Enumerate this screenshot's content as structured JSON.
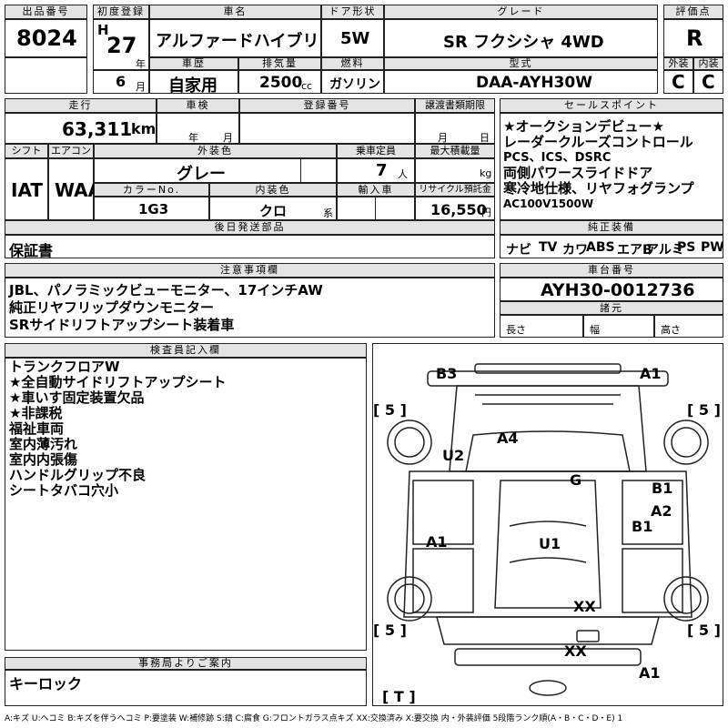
{
  "headers": {
    "lot_no": "出品番号",
    "first_reg": "初度登録",
    "car_name": "車名",
    "door_type": "ドア形状",
    "grade": "グレード",
    "score": "評価点",
    "history": "車歴",
    "displacement": "排気量",
    "fuel": "燃料",
    "model": "型式",
    "exterior": "外装",
    "interior": "内装",
    "mileage": "走行",
    "inspection": "車検",
    "reg_no": "登録番号",
    "transfer_deadline": "譲渡書類期限",
    "sales_point": "セールスポイント",
    "shift": "シフト",
    "aircon": "エアコン",
    "ext_color": "外装色",
    "capacity": "乗車定員",
    "max_load": "最大積載量",
    "color_no": "カラーNo.",
    "int_color": "内装色",
    "import": "輸入車",
    "recycle": "リサイクル預託金",
    "delivery_parts": "後日発送部品",
    "genuine_equip": "純正装備",
    "notes": "注意事項欄",
    "chassis_no": "車台番号",
    "specs": "諸元",
    "inspector": "検査員記入欄",
    "office": "事務局よりご案内"
  },
  "values": {
    "lot_no": "8024",
    "era_mark": "H",
    "year": "27",
    "year_unit": "年",
    "month": "6",
    "month_unit": "月",
    "car_name": "アルファードハイブリッド",
    "door_type": "5W",
    "grade": "SR フクシシャ 4WD",
    "score": "R",
    "history": "自家用",
    "displacement": "2500",
    "displacement_unit": "cc",
    "fuel": "ガソリン",
    "model": "DAA-AYH30W",
    "exterior": "C",
    "interior": "C",
    "mileage": "63,311",
    "mileage_unit": "km",
    "insp_year_unit": "年",
    "insp_month_unit": "月",
    "transfer_month_unit": "月",
    "transfer_day_unit": "日",
    "shift": "IAT",
    "aircon": "WAA",
    "ext_color": "グレー",
    "capacity": "7",
    "capacity_unit": "人",
    "load_unit": "kg",
    "color_no": "1G3",
    "int_color": "クロ",
    "int_color_unit": "系",
    "recycle": "16,550",
    "recycle_unit": "円",
    "delivery_parts": "保証書",
    "chassis_no": "AYH30-0012736",
    "spec_length": "長さ",
    "spec_width": "幅",
    "spec_height": "高さ",
    "office_note": "キーロック"
  },
  "sales_points": [
    "★オークションデビュー★",
    "レーダークルーズコントロール",
    "PCS、ICS、DSRC",
    "両側パワースライドドア",
    "寒冷地仕様、リヤフォグランプ",
    "AC100V1500W"
  ],
  "equipment": [
    "ナビ",
    "TV",
    "カワ",
    "ABS",
    "エアB",
    "アルミ",
    "PS",
    "PW"
  ],
  "notes": [
    "JBL、パノラミックビューモニター、17インチAW",
    "純正リヤフリップダウンモニター",
    "SRサイドリフトアップシート装着車"
  ],
  "inspector_notes": [
    "トランクフロアW",
    "★全自動サイドリフトアップシート",
    "★車いす固定装置欠品",
    "★非課税",
    "福祉車両",
    "室内薄汚れ",
    "室内内張傷",
    "ハンドルグリップ不良",
    "シートタバコ穴小"
  ],
  "diagram_labels": {
    "b3": "B3",
    "a1_front": "A1",
    "a4": "A4",
    "u2": "U2",
    "g": "G",
    "b1_upper": "B1",
    "a2": "A2",
    "b1_lower": "B1",
    "a1_left": "A1",
    "u1": "U1",
    "xx_upper": "XX",
    "xx_lower": "XX",
    "a1_rear": "A1"
  },
  "tire_brackets": [
    "[ 5 ]",
    "[ 5 ]",
    "[ 5 ]",
    "[ 5 ]",
    "[ T ]"
  ],
  "legend": "A:キズ U:ヘコミ B:キズを伴うヘコミ P:要塗装 W:補修跡 S:錆 C:腐食 G:フロントガラス点キズ XX:交換済み X:要交換 内・外装評価 5段階ランク順(A・B・C・D・E) 1"
}
